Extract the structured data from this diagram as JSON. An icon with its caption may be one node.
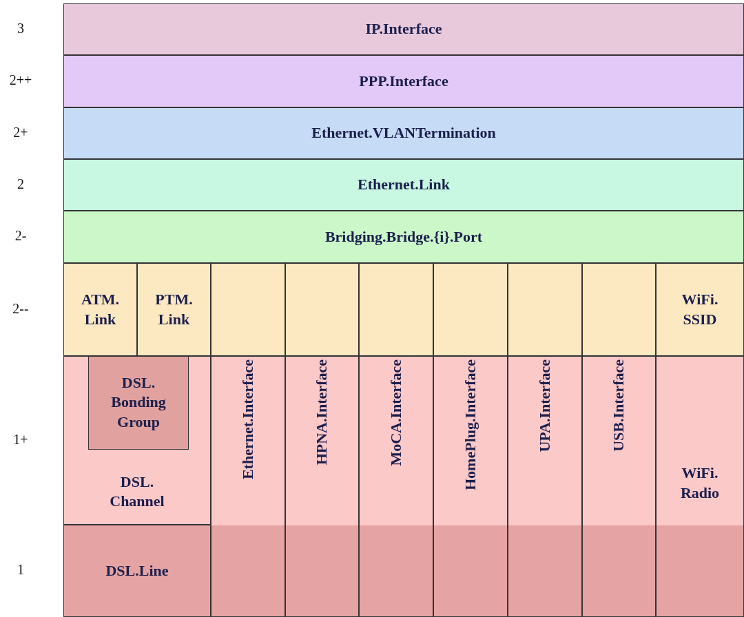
{
  "diagram": {
    "nodes": [
      {
        "text": [
          "IP.Interface"
        ]
      },
      {
        "text": [
          "PPP.Interface"
        ]
      },
      {
        "text": [
          "Ethernet.VLANTermination"
        ]
      },
      {
        "text": [
          "Ethernet.Link"
        ]
      },
      {
        "text": [
          "Bridging.Bridge.{i}.Port"
        ]
      },
      {
        "text": [
          "ATM. Link"
        ]
      },
      {
        "text": [
          "PTM. Link"
        ]
      },
      {
        "text": [],
        "shape": "box"
      },
      {
        "text": [],
        "shape": "box"
      },
      {
        "text": [],
        "shape": "box"
      },
      {
        "text": [],
        "shape": "box"
      },
      {
        "text": [],
        "shape": "box"
      },
      {
        "text": [],
        "shape": "box"
      },
      {
        "text": [
          "WiFi. SSID"
        ]
      },
      {
        "text": [
          "DSL. Channel"
        ]
      },
      {
        "text": [
          "DSL. Bonding Group"
        ],
        "in": 14
      },
      {
        "text": [
          "Ethernet.Interface"
        ]
      },
      {
        "text": [
          "HPNA.Interface"
        ]
      },
      {
        "text": [
          "MoCA.Interface"
        ]
      },
      {
        "text": [
          "HomePlug.Interface"
        ]
      },
      {
        "text": [
          "UPA.Interface"
        ]
      },
      {
        "text": [
          "USB.Interface"
        ]
      },
      {
        "text": [
          "WiFi. Radio"
        ]
      },
      {
        "text": [
          "DSL.Line"
        ]
      }
    ],
    "edges": [],
    "labels": [
      "3",
      "2++",
      "2+",
      "2",
      "2-",
      "2--",
      "1+",
      "1"
    ]
  }
}
